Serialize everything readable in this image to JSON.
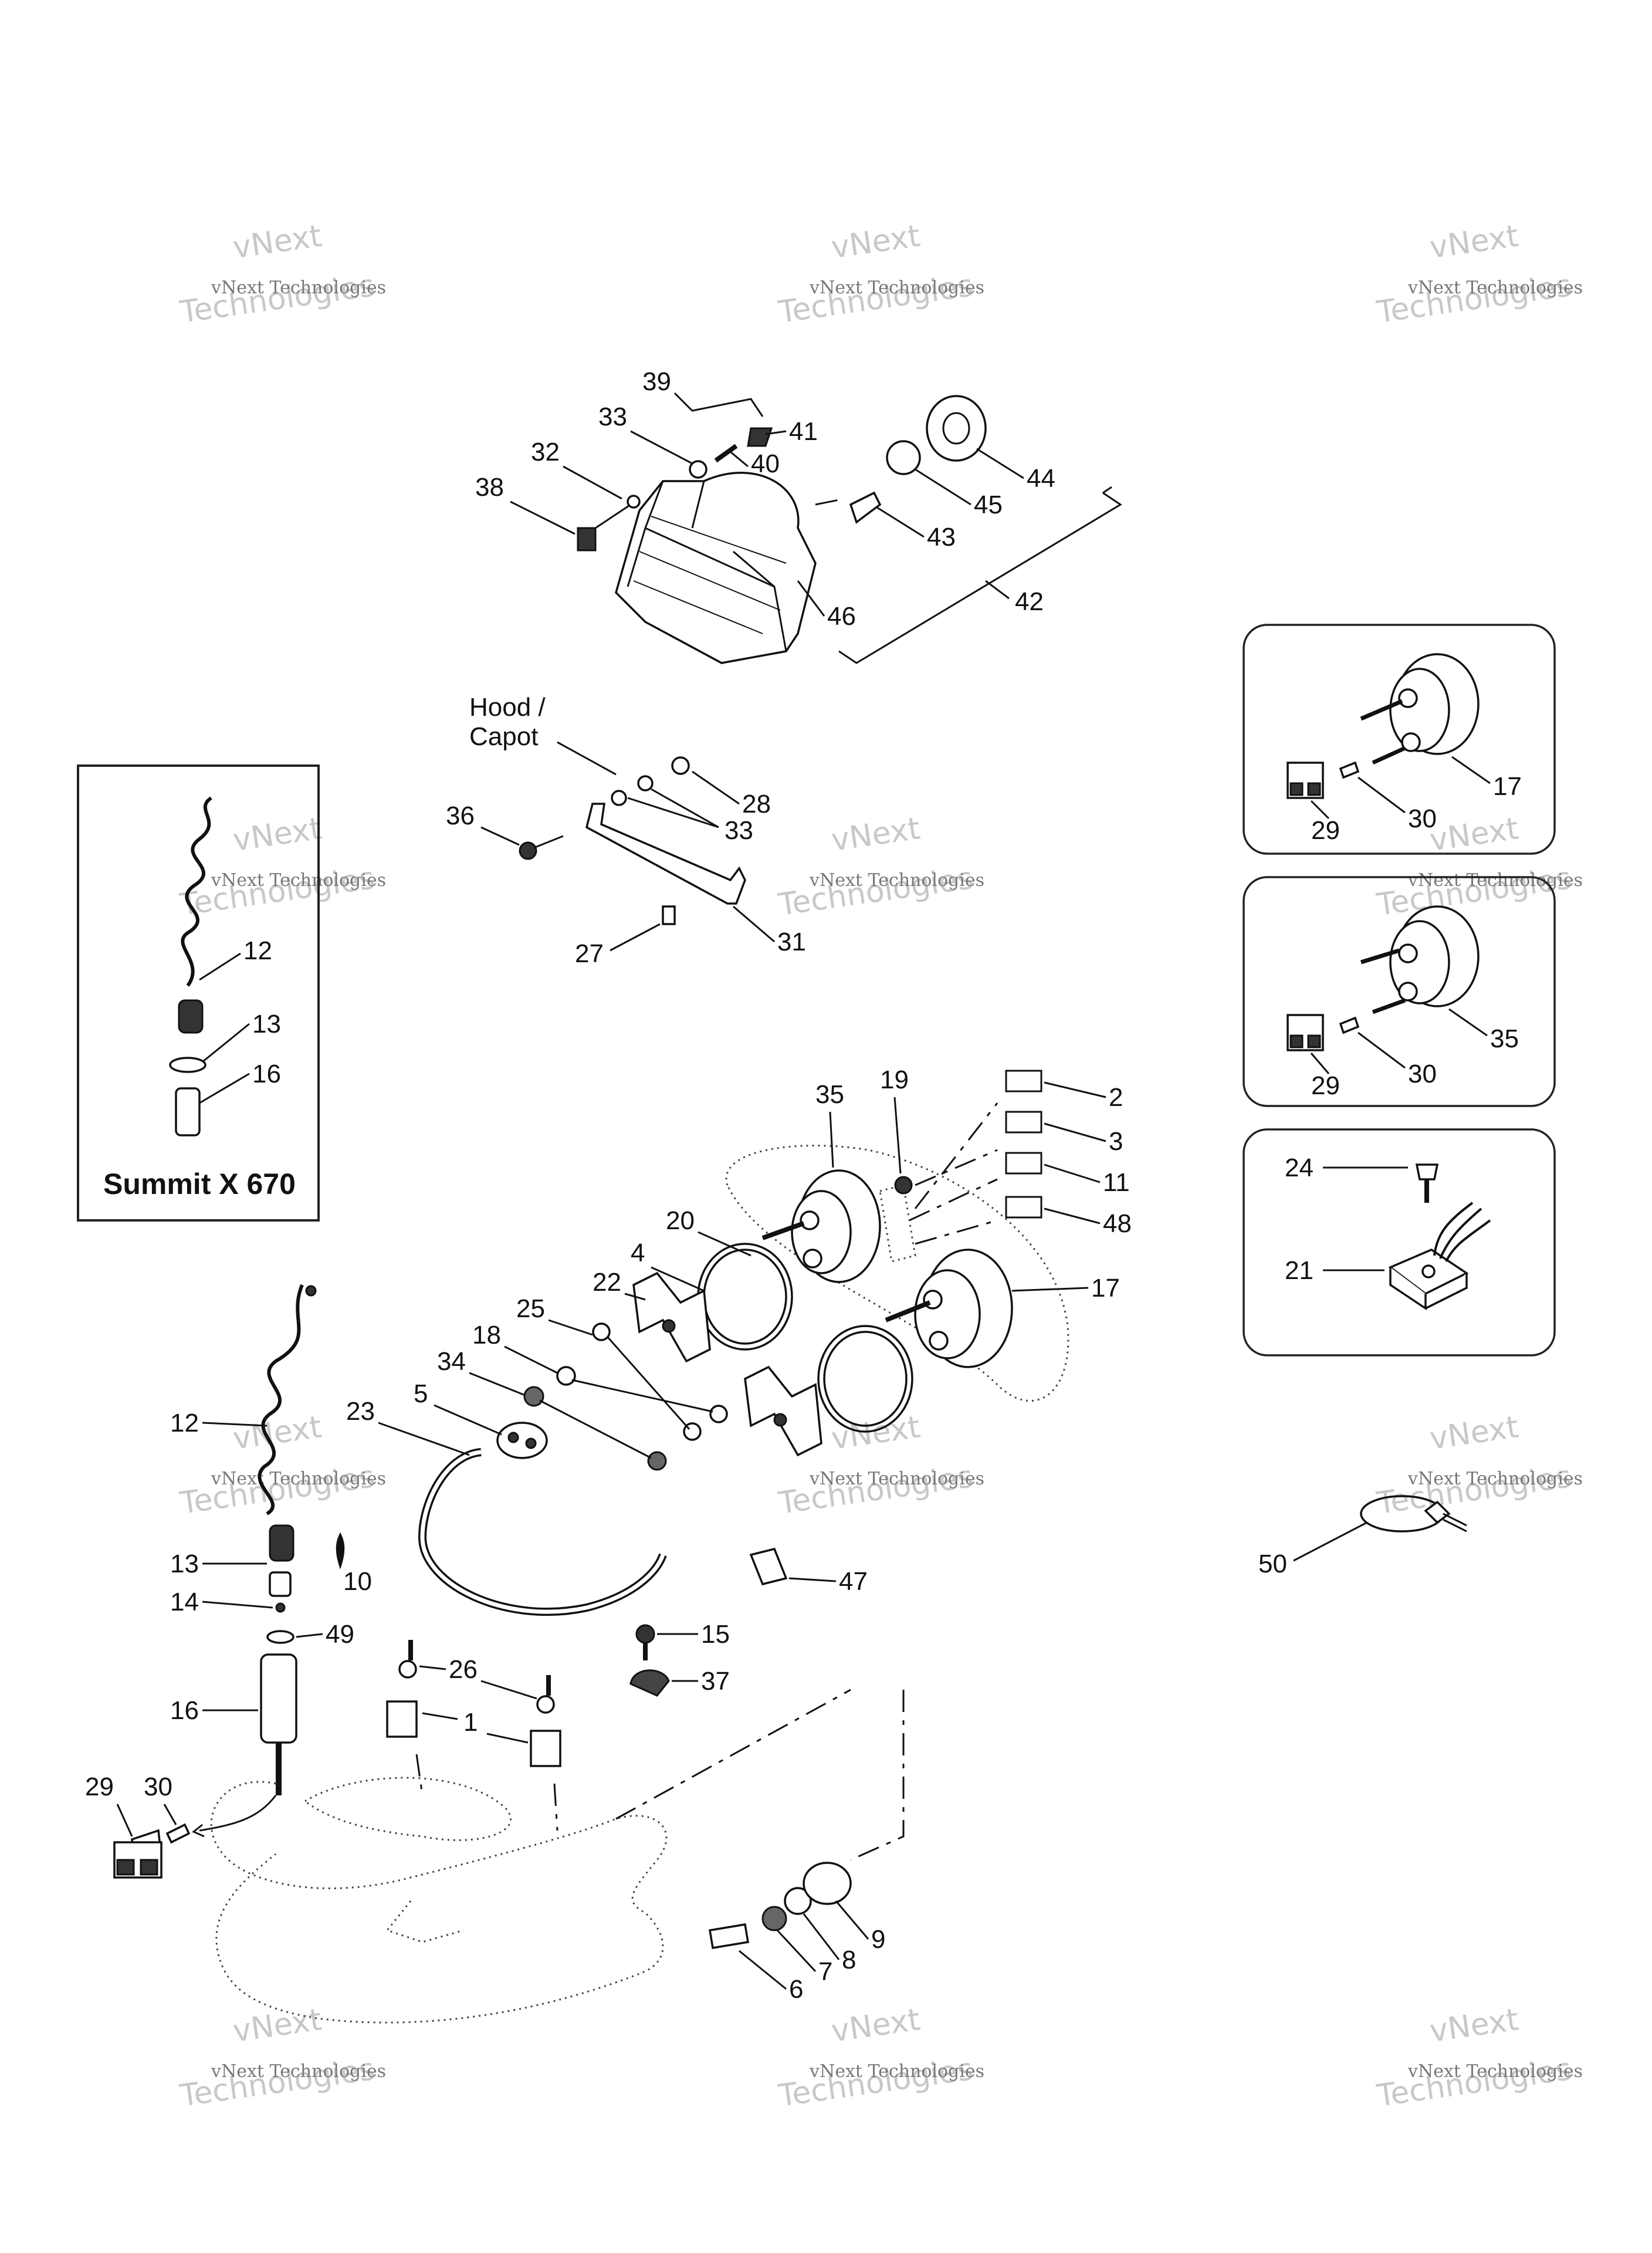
{
  "callouts": {
    "c39": "39",
    "c33a": "33",
    "c41": "41",
    "c32": "32",
    "c40": "40",
    "c44": "44",
    "c38": "38",
    "c45": "45",
    "c43": "43",
    "c46": "46",
    "c42": "42",
    "hood": "Hood /",
    "capot": "Capot",
    "c28": "28",
    "c36": "36",
    "c33b": "33",
    "c31": "31",
    "c27": "27",
    "c35": "35",
    "c19": "19",
    "c2": "2",
    "c3": "3",
    "c11": "11",
    "c48": "48",
    "c17": "17",
    "c20": "20",
    "c4": "4",
    "c22": "22",
    "c25": "25",
    "c18": "18",
    "c34": "34",
    "c5": "5",
    "c23": "23",
    "c12": "12",
    "c13": "13",
    "c10": "10",
    "c14": "14",
    "c49": "49",
    "c47": "47",
    "c15": "15",
    "c26": "26",
    "c37": "37",
    "c16": "16",
    "c1": "1",
    "c29": "29",
    "c30": "30",
    "c9": "9",
    "c8": "8",
    "c7": "7",
    "c6": "6",
    "c50": "50"
  },
  "summit_box": {
    "title": "Summit X 670",
    "c12": "12",
    "c13": "13",
    "c16": "16"
  },
  "inset_17": {
    "c17": "17",
    "c29": "29",
    "c30": "30"
  },
  "inset_35": {
    "c35": "35",
    "c29": "29",
    "c30": "30"
  },
  "inset_21": {
    "c24": "24",
    "c21": "21"
  },
  "watermark": {
    "line1": "vNext Technologies",
    "line2": "vNext",
    "line3": "Technologies"
  }
}
